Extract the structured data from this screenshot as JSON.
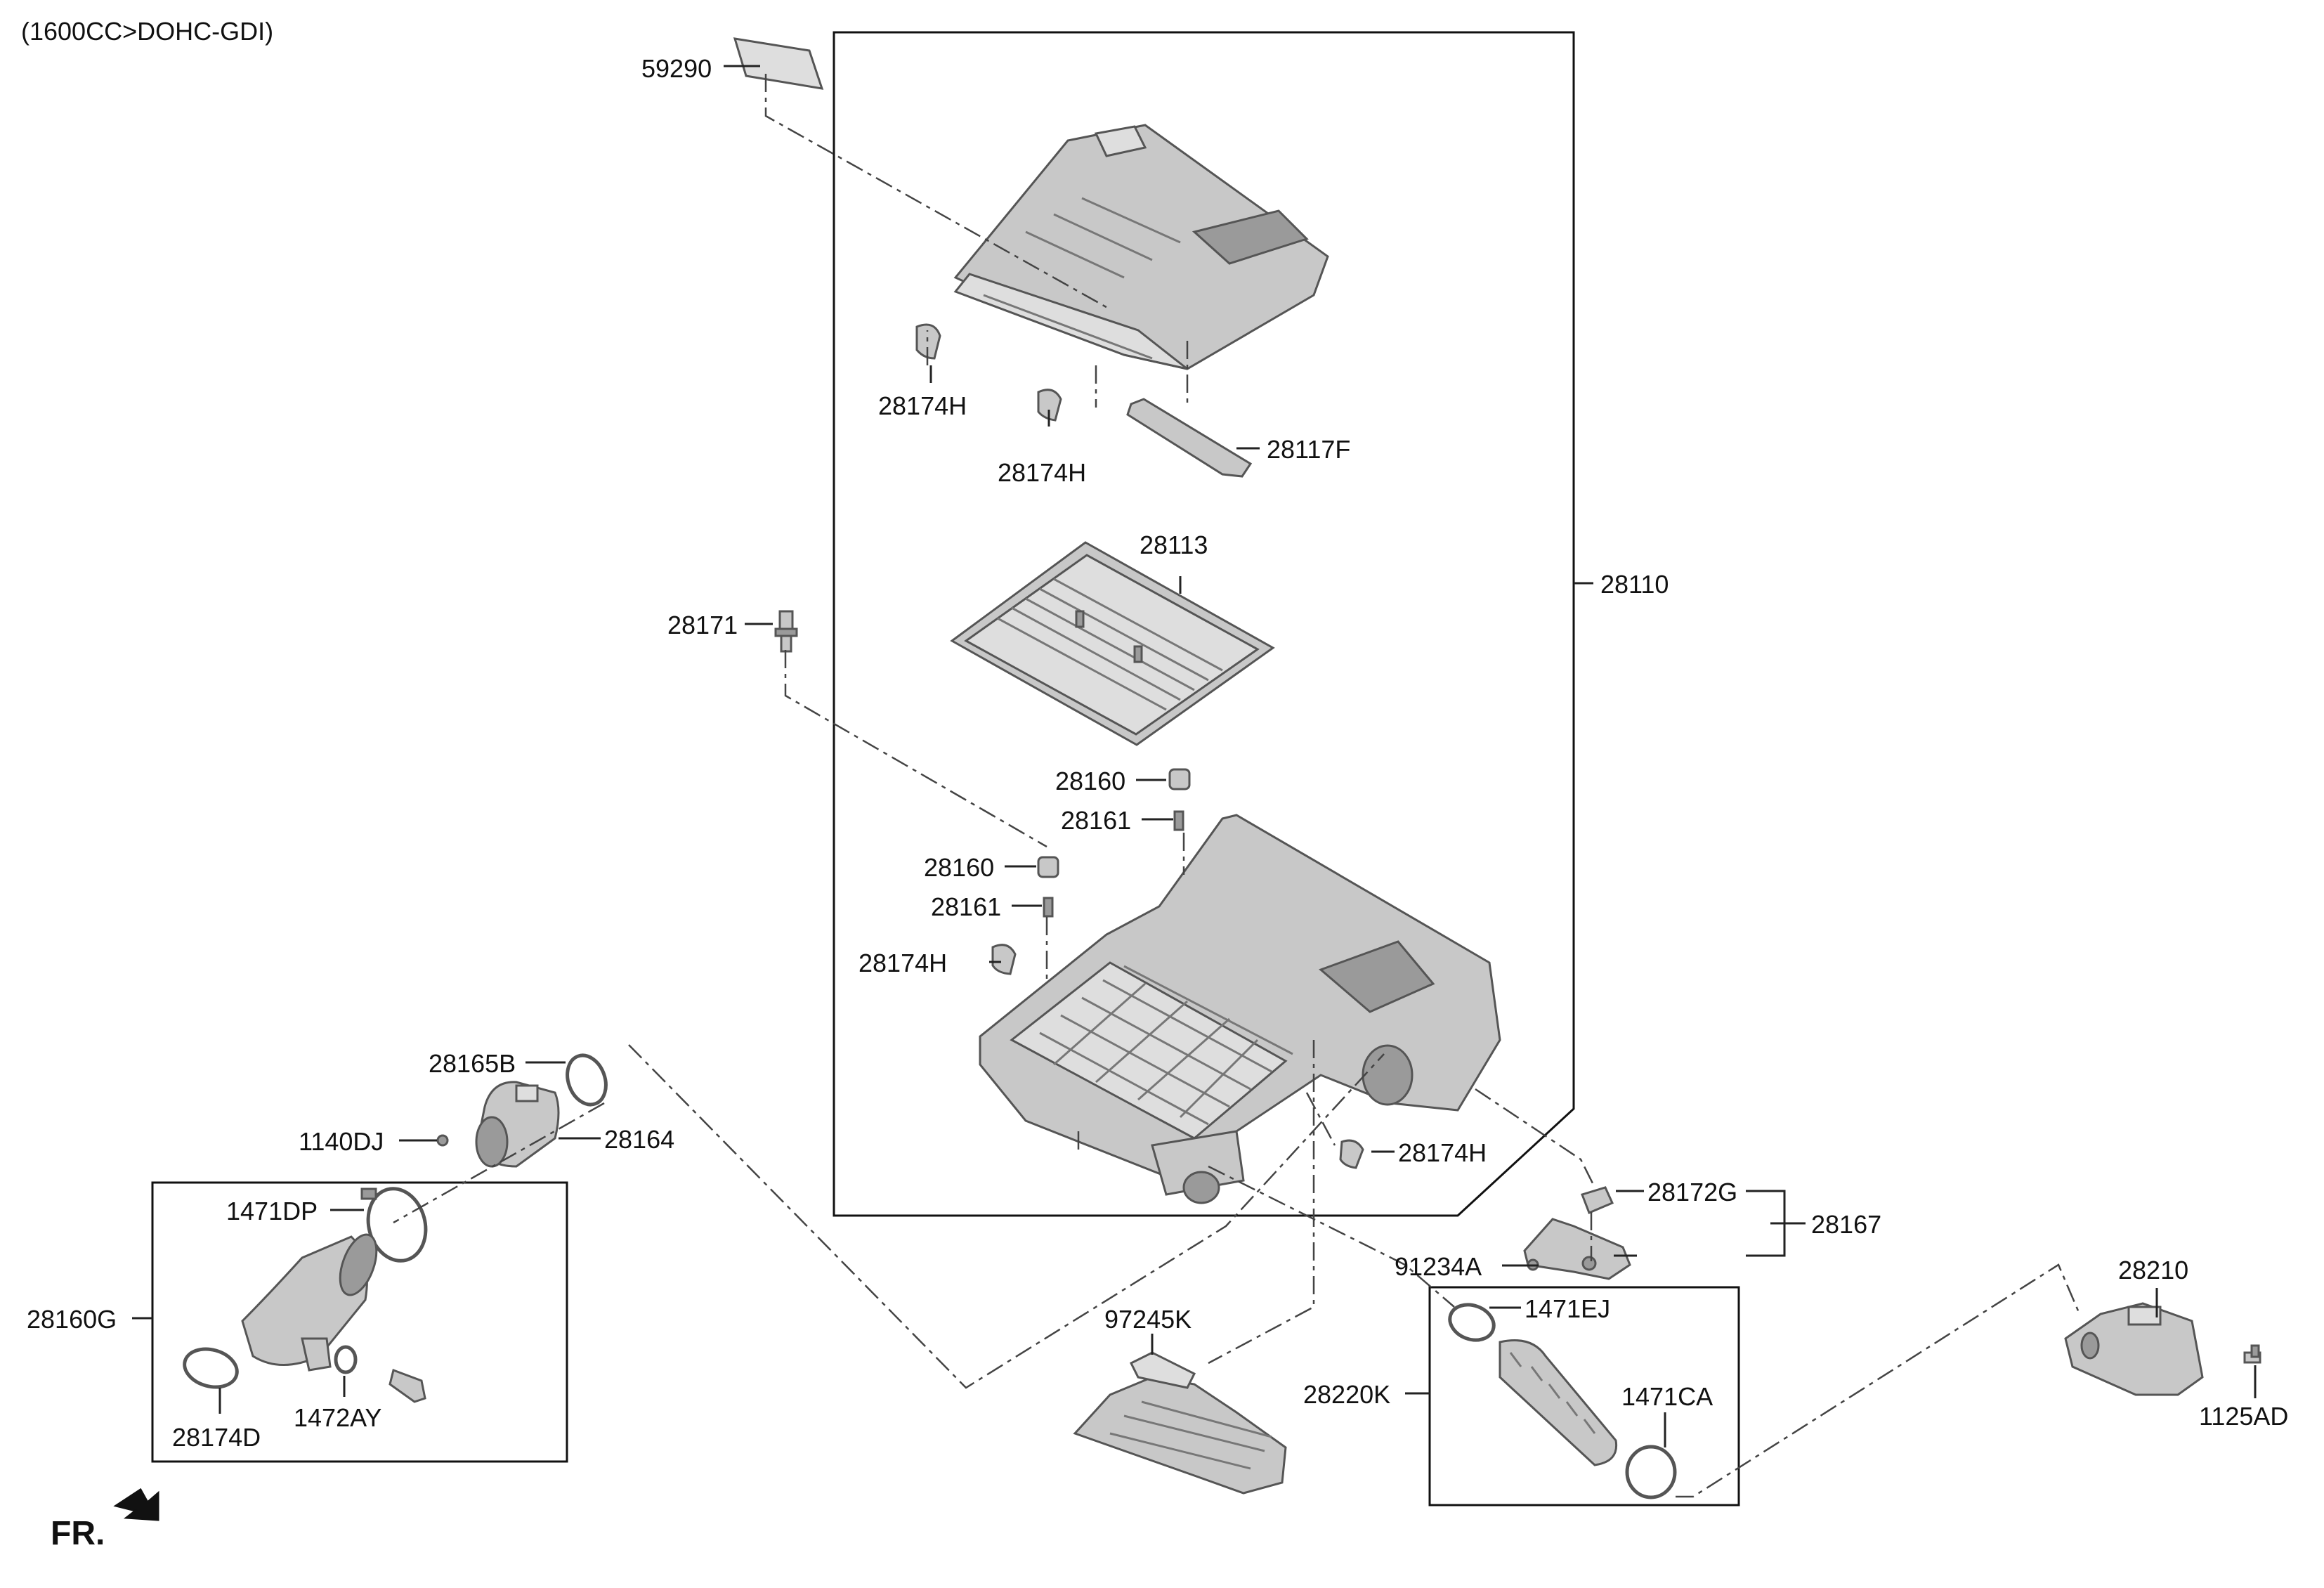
{
  "title": "(1600CC>DOHC-GDI)",
  "front_indicator": "FR.",
  "labels": {
    "l59290": "59290",
    "l28174H_a": "28174H",
    "l28174H_b": "28174H",
    "l28117F": "28117F",
    "l28113": "28113",
    "l28110": "28110",
    "l28171": "28171",
    "l28160_a": "28160",
    "l28161_a": "28161",
    "l28160_b": "28160",
    "l28161_b": "28161",
    "l28174H_c": "28174H",
    "l28174H_d": "28174H",
    "l28165B": "28165B",
    "l1140DJ": "1140DJ",
    "l28164": "28164",
    "l1471DP": "1471DP",
    "l28160G": "28160G",
    "l28174D": "28174D",
    "l1472AY": "1472AY",
    "l28172G": "28172G",
    "l28167": "28167",
    "l91234A": "91234A",
    "l97245K": "97245K",
    "l1471EJ": "1471EJ",
    "l28220K": "28220K",
    "l1471CA": "1471CA",
    "l28210": "28210",
    "l1125AD": "1125AD"
  }
}
